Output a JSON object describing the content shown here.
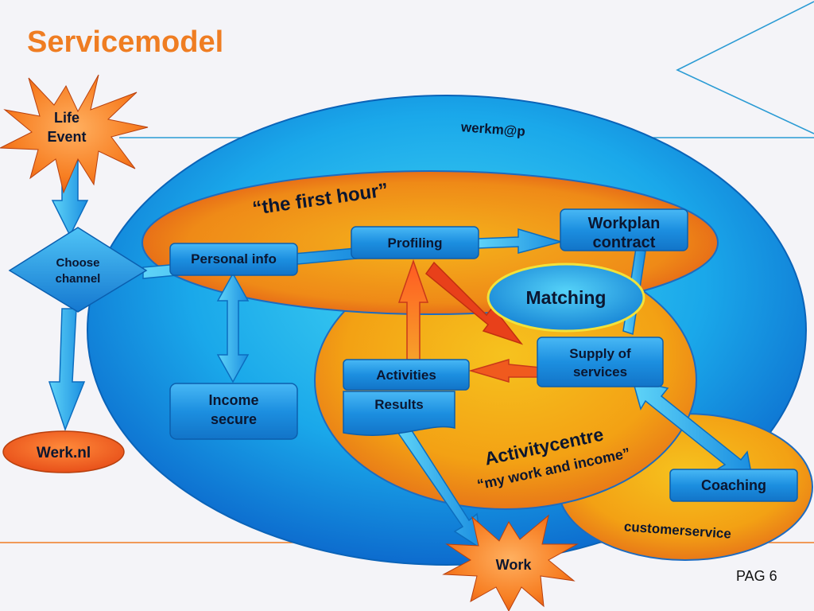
{
  "slide": {
    "title": "Servicemodel",
    "page_number": "PAG 6"
  },
  "diagram": {
    "starbursts": {
      "life_event": [
        "Life",
        "Event"
      ],
      "work": "Work"
    },
    "decision": {
      "choose_channel": [
        "Choose",
        "channel"
      ]
    },
    "terminals": {
      "werk_nl": "Werk.nl"
    },
    "regions": {
      "werkmap": "werkm@p",
      "first_hour": "“the first hour”",
      "activitycentre": [
        "Activitycentre",
        "“my work and income”"
      ],
      "customerservice": "customerservice"
    },
    "boxes": {
      "personal_info": "Personal info",
      "profiling": "Profiling",
      "workplan_contract": [
        "Workplan",
        "contract"
      ],
      "matching": "Matching",
      "supply_of_services": [
        "Supply of",
        "services"
      ],
      "activities": "Activities",
      "results": "Results",
      "income_secure": [
        "Income",
        "secure"
      ],
      "coaching": "Coaching"
    },
    "colors": {
      "title_orange": "#ef7d22",
      "blue_box": "#1e90e0",
      "orange_region": "#f29a16",
      "cyan_region": "#2ec8ee",
      "red_arrow": "#e8401a"
    }
  }
}
